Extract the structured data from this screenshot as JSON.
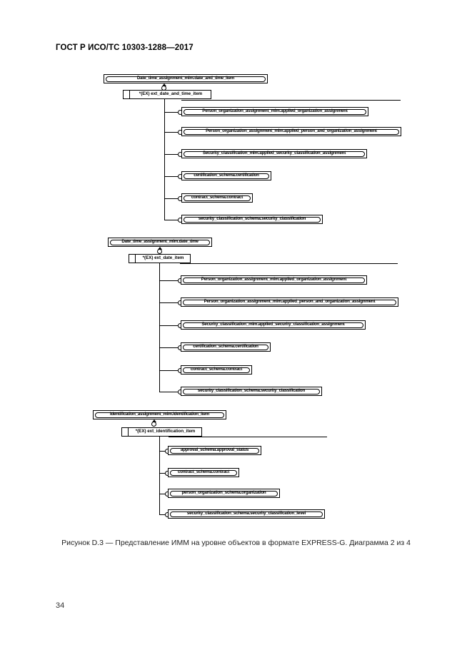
{
  "page": {
    "header": "ГОСТ Р ИСО/ТС 10303-1288—2017",
    "caption": "Рисунок D.3 — Представление ИММ на уровне объектов в формате EXPRESS-G. Диаграмма 2 из 4",
    "page_number": "34"
  },
  "diagram": {
    "groups": [
      {
        "parent": "Date_time_assignment_mim.date_and_time_item",
        "select": "*(EX) ext_date_and_time_item",
        "children": [
          "Person_organization_assignment_mim.applied_organization_assignment",
          "Person_organization_assignment_mim.applied_person_and_organization_assignment",
          "Security_classification_mim.applied_security_classification_assignment",
          "certification_schema.certification",
          "contract_schema.contract",
          "security_classification_schema.security_classification"
        ]
      },
      {
        "parent": "Date_time_assignment_mim.date_time",
        "select": "*(EX) ext_date_item",
        "children": [
          "Person_organization_assignment_mim.applied_organization_assignment",
          "Person_organization_assignment_mim.applied_person_and_organization_assignment",
          "Security_classification_mim.applied_security_classification_assignment",
          "certification_schema.certification",
          "contract_schema.contract",
          "security_classification_schema.security_classification"
        ]
      },
      {
        "parent": "Identification_assignment_mim.identification_item",
        "select": "*(EX) ext_identification_item",
        "children": [
          "approval_schema.approval_status",
          "contract_schema.contract",
          "person_organization_schema.organization",
          "security_classification_schema.security_classification_level"
        ]
      }
    ]
  }
}
